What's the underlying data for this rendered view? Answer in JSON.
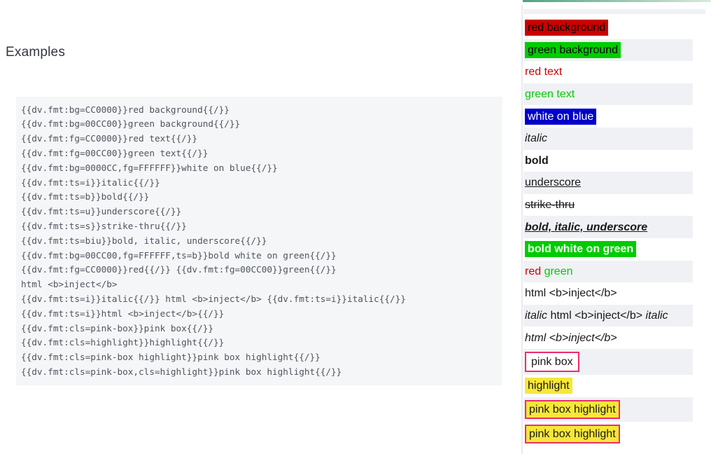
{
  "page": {
    "heading": "Examples"
  },
  "colors": {
    "red": "#CC0000",
    "green": "#00CC00",
    "blue": "#0000CC",
    "pink": "#ED2E68",
    "yellow": "#F6E738",
    "stripe": "#F0F1F4",
    "codebg": "#F5F6F7",
    "topbar-left": "#4FA381",
    "topbar-right": "#D9EBD9"
  },
  "code_block": {
    "lines": [
      "{{dv.fmt:bg=CC0000}}red background{{/}}",
      "{{dv.fmt:bg=00CC00}}green background{{/}}",
      "{{dv.fmt:fg=CC0000}}red text{{/}}",
      "{{dv.fmt:fg=00CC00}}green text{{/}}",
      "{{dv.fmt:bg=0000CC,fg=FFFFFF}}white on blue{{/}}",
      "{{dv.fmt:ts=i}}italic{{/}}",
      "{{dv.fmt:ts=b}}bold{{/}}",
      "{{dv.fmt:ts=u}}underscore{{/}}",
      "{{dv.fmt:ts=s}}strike-thru{{/}}",
      "{{dv.fmt:ts=biu}}bold, italic, underscore{{/}}",
      "{{dv.fmt:bg=00CC00,fg=FFFFFF,ts=b}}bold white on green{{/}}",
      "{{dv.fmt:fg=CC0000}}red{{/}} {{dv.fmt:fg=00CC00}}green{{/}}",
      "html <b>inject</b>",
      "{{dv.fmt:ts=i}}italic{{/}} html <b>inject</b> {{dv.fmt:ts=i}}italic{{/}}",
      "{{dv.fmt:ts=i}}html <b>inject</b>{{/}}",
      "{{dv.fmt:cls=pink-box}}pink box{{/}}",
      "{{dv.fmt:cls=highlight}}highlight{{/}}",
      "{{dv.fmt:cls=pink-box highlight}}pink box highlight{{/}}",
      "{{dv.fmt:cls=pink-box,cls=highlight}}pink box highlight{{/}}"
    ]
  },
  "preview": {
    "rows": [
      {
        "segments": [
          {
            "text": "red background",
            "cls": "bg-red"
          }
        ]
      },
      {
        "segments": [
          {
            "text": "green background",
            "cls": "bg-green"
          }
        ]
      },
      {
        "segments": [
          {
            "text": "red text",
            "cls": "fg-red"
          }
        ]
      },
      {
        "segments": [
          {
            "text": "green text",
            "cls": "fg-green"
          }
        ]
      },
      {
        "segments": [
          {
            "text": "white on blue",
            "cls": "bg-blue"
          }
        ]
      },
      {
        "segments": [
          {
            "text": "italic",
            "cls": "i"
          }
        ]
      },
      {
        "segments": [
          {
            "text": "bold",
            "cls": "b"
          }
        ]
      },
      {
        "segments": [
          {
            "text": "underscore",
            "cls": "u"
          }
        ]
      },
      {
        "segments": [
          {
            "text": "strike-thru",
            "cls": "s"
          }
        ]
      },
      {
        "segments": [
          {
            "text": "bold, italic, underscore",
            "cls": "biu"
          }
        ]
      },
      {
        "segments": [
          {
            "text": "bold white on green",
            "cls": "bwg"
          }
        ]
      },
      {
        "segments": [
          {
            "text": "red",
            "cls": "fg-red"
          },
          {
            "text": " ",
            "cls": "plain"
          },
          {
            "text": "green",
            "cls": "fg-green"
          }
        ]
      },
      {
        "segments": [
          {
            "text": "html <b>inject</b>",
            "cls": "plain"
          }
        ]
      },
      {
        "segments": [
          {
            "text": "italic",
            "cls": "i"
          },
          {
            "text": " html <b>inject</b> ",
            "cls": "plain"
          },
          {
            "text": "italic",
            "cls": "i"
          }
        ]
      },
      {
        "segments": [
          {
            "text": "html <b>inject</b>",
            "cls": "i"
          }
        ]
      },
      {
        "segments": [
          {
            "text": "pink box",
            "cls": "pink-box"
          }
        ]
      },
      {
        "segments": [
          {
            "text": "highlight",
            "cls": "highlight"
          }
        ]
      },
      {
        "segments": [
          {
            "text": "pink box highlight",
            "cls": "pink-box highlight"
          }
        ]
      },
      {
        "segments": [
          {
            "text": "pink box highlight",
            "cls": "pink-box highlight"
          }
        ]
      }
    ]
  }
}
